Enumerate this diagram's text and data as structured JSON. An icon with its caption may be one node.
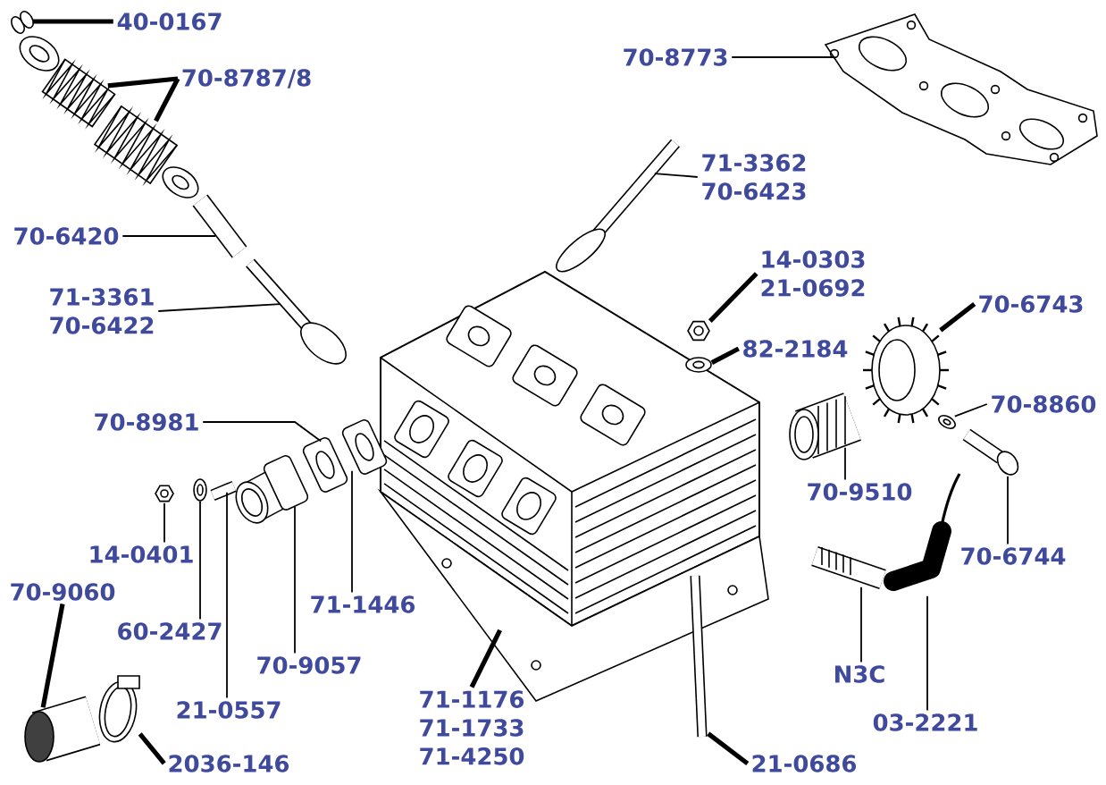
{
  "diagram": {
    "nodes": [
      {
        "text": [
          "40-0167"
        ]
      },
      {
        "text": [],
        "shape": "picture"
      },
      {
        "text": [
          "70-8787/8"
        ]
      },
      {
        "text": [],
        "shape": "picture"
      },
      {
        "text": [],
        "shape": "picture"
      },
      {
        "text": [
          "70-8773"
        ]
      },
      {
        "text": [],
        "shape": "picture"
      },
      {
        "text": [
          "71-3362",
          "70-6423"
        ]
      },
      {
        "text": [],
        "shape": "picture"
      },
      {
        "text": [
          "70-6420"
        ]
      },
      {
        "text": [],
        "shape": "picture"
      },
      {
        "text": [
          "71-3361",
          "70-6422"
        ]
      },
      {
        "text": [],
        "shape": "picture"
      },
      {
        "text": [
          "14-0303",
          "21-0692"
        ]
      },
      {
        "text": [],
        "shape": "picture"
      },
      {
        "text": [
          "70-6743"
        ]
      },
      {
        "text": [],
        "shape": "picture"
      },
      {
        "text": [
          "82-2184"
        ]
      },
      {
        "text": [],
        "shape": "picture"
      },
      {
        "text": [
          "70-8981"
        ]
      },
      {
        "text": [],
        "shape": "picture"
      },
      {
        "text": [
          "70-8860"
        ]
      },
      {
        "text": [],
        "shape": "picture"
      },
      {
        "text": [],
        "shape": "picture"
      },
      {
        "text": [],
        "shape": "picture"
      },
      {
        "text": [],
        "shape": "picture"
      },
      {
        "text": [],
        "shape": "picture"
      },
      {
        "text": [],
        "shape": "picture"
      },
      {
        "text": [],
        "shape": "picture"
      },
      {
        "text": [],
        "shape": "picture"
      },
      {
        "text": [
          "70-9510"
        ]
      },
      {
        "text": [
          "14-0401"
        ]
      },
      {
        "text": [
          "70-6744"
        ]
      },
      {
        "text": [],
        "shape": "picture"
      },
      {
        "text": [],
        "shape": "picture"
      },
      {
        "text": [
          "70-9060"
        ]
      },
      {
        "text": [
          "71-1446"
        ]
      },
      {
        "text": [
          "60-2427"
        ]
      },
      {
        "text": [
          "70-9057"
        ]
      },
      {
        "text": [],
        "shape": "picture"
      },
      {
        "text": [
          "N3C"
        ]
      },
      {
        "text": [
          "21-0557"
        ]
      },
      {
        "text": [],
        "shape": "picture"
      },
      {
        "text": [],
        "shape": "picture"
      },
      {
        "text": [
          "71-1176",
          "71-1733",
          "71-4250"
        ]
      },
      {
        "text": [
          "03-2221"
        ]
      },
      {
        "text": [],
        "shape": "picture"
      },
      {
        "text": [
          "2036-146"
        ]
      },
      {
        "text": [
          "21-0686"
        ]
      }
    ],
    "edges": [
      {
        "from": 0,
        "to": 1,
        "arrow": "none",
        "style": "thick"
      },
      {
        "from": 2,
        "to": 3,
        "arrow": "none",
        "style": "thick"
      },
      {
        "from": 2,
        "to": 4,
        "arrow": "none",
        "style": "thick"
      },
      {
        "from": 5,
        "to": 6,
        "arrow": "none"
      },
      {
        "from": 7,
        "to": 8,
        "arrow": "none"
      },
      {
        "from": 9,
        "to": 10,
        "arrow": "none"
      },
      {
        "from": 11,
        "to": 12,
        "arrow": "none"
      },
      {
        "from": 13,
        "to": 14,
        "arrow": "none",
        "style": "thick"
      },
      {
        "from": 15,
        "to": 16,
        "arrow": "none",
        "style": "thick"
      },
      {
        "from": 17,
        "to": 18,
        "arrow": "none",
        "style": "thick"
      },
      {
        "from": 19,
        "to": 20,
        "arrow": "none"
      },
      {
        "from": 21,
        "to": 22,
        "arrow": "none"
      },
      {
        "from": 30,
        "to": 23,
        "arrow": "none"
      },
      {
        "from": 32,
        "to": 24,
        "arrow": "none"
      },
      {
        "from": 31,
        "to": 25,
        "arrow": "none"
      },
      {
        "from": 37,
        "to": 26,
        "arrow": "none"
      },
      {
        "from": 41,
        "to": 27,
        "arrow": "none"
      },
      {
        "from": 38,
        "to": 28,
        "arrow": "none"
      },
      {
        "from": 36,
        "to": 29,
        "arrow": "none"
      },
      {
        "from": 40,
        "to": 33,
        "arrow": "none"
      },
      {
        "from": 45,
        "to": 34,
        "arrow": "none"
      },
      {
        "from": 35,
        "to": 42,
        "arrow": "none",
        "style": "thick"
      },
      {
        "from": 44,
        "to": 39,
        "arrow": "none",
        "style": "thick"
      },
      {
        "from": 47,
        "to": 43,
        "arrow": "none",
        "style": "thick"
      },
      {
        "from": 48,
        "to": 46,
        "arrow": "none",
        "style": "thick"
      }
    ]
  }
}
